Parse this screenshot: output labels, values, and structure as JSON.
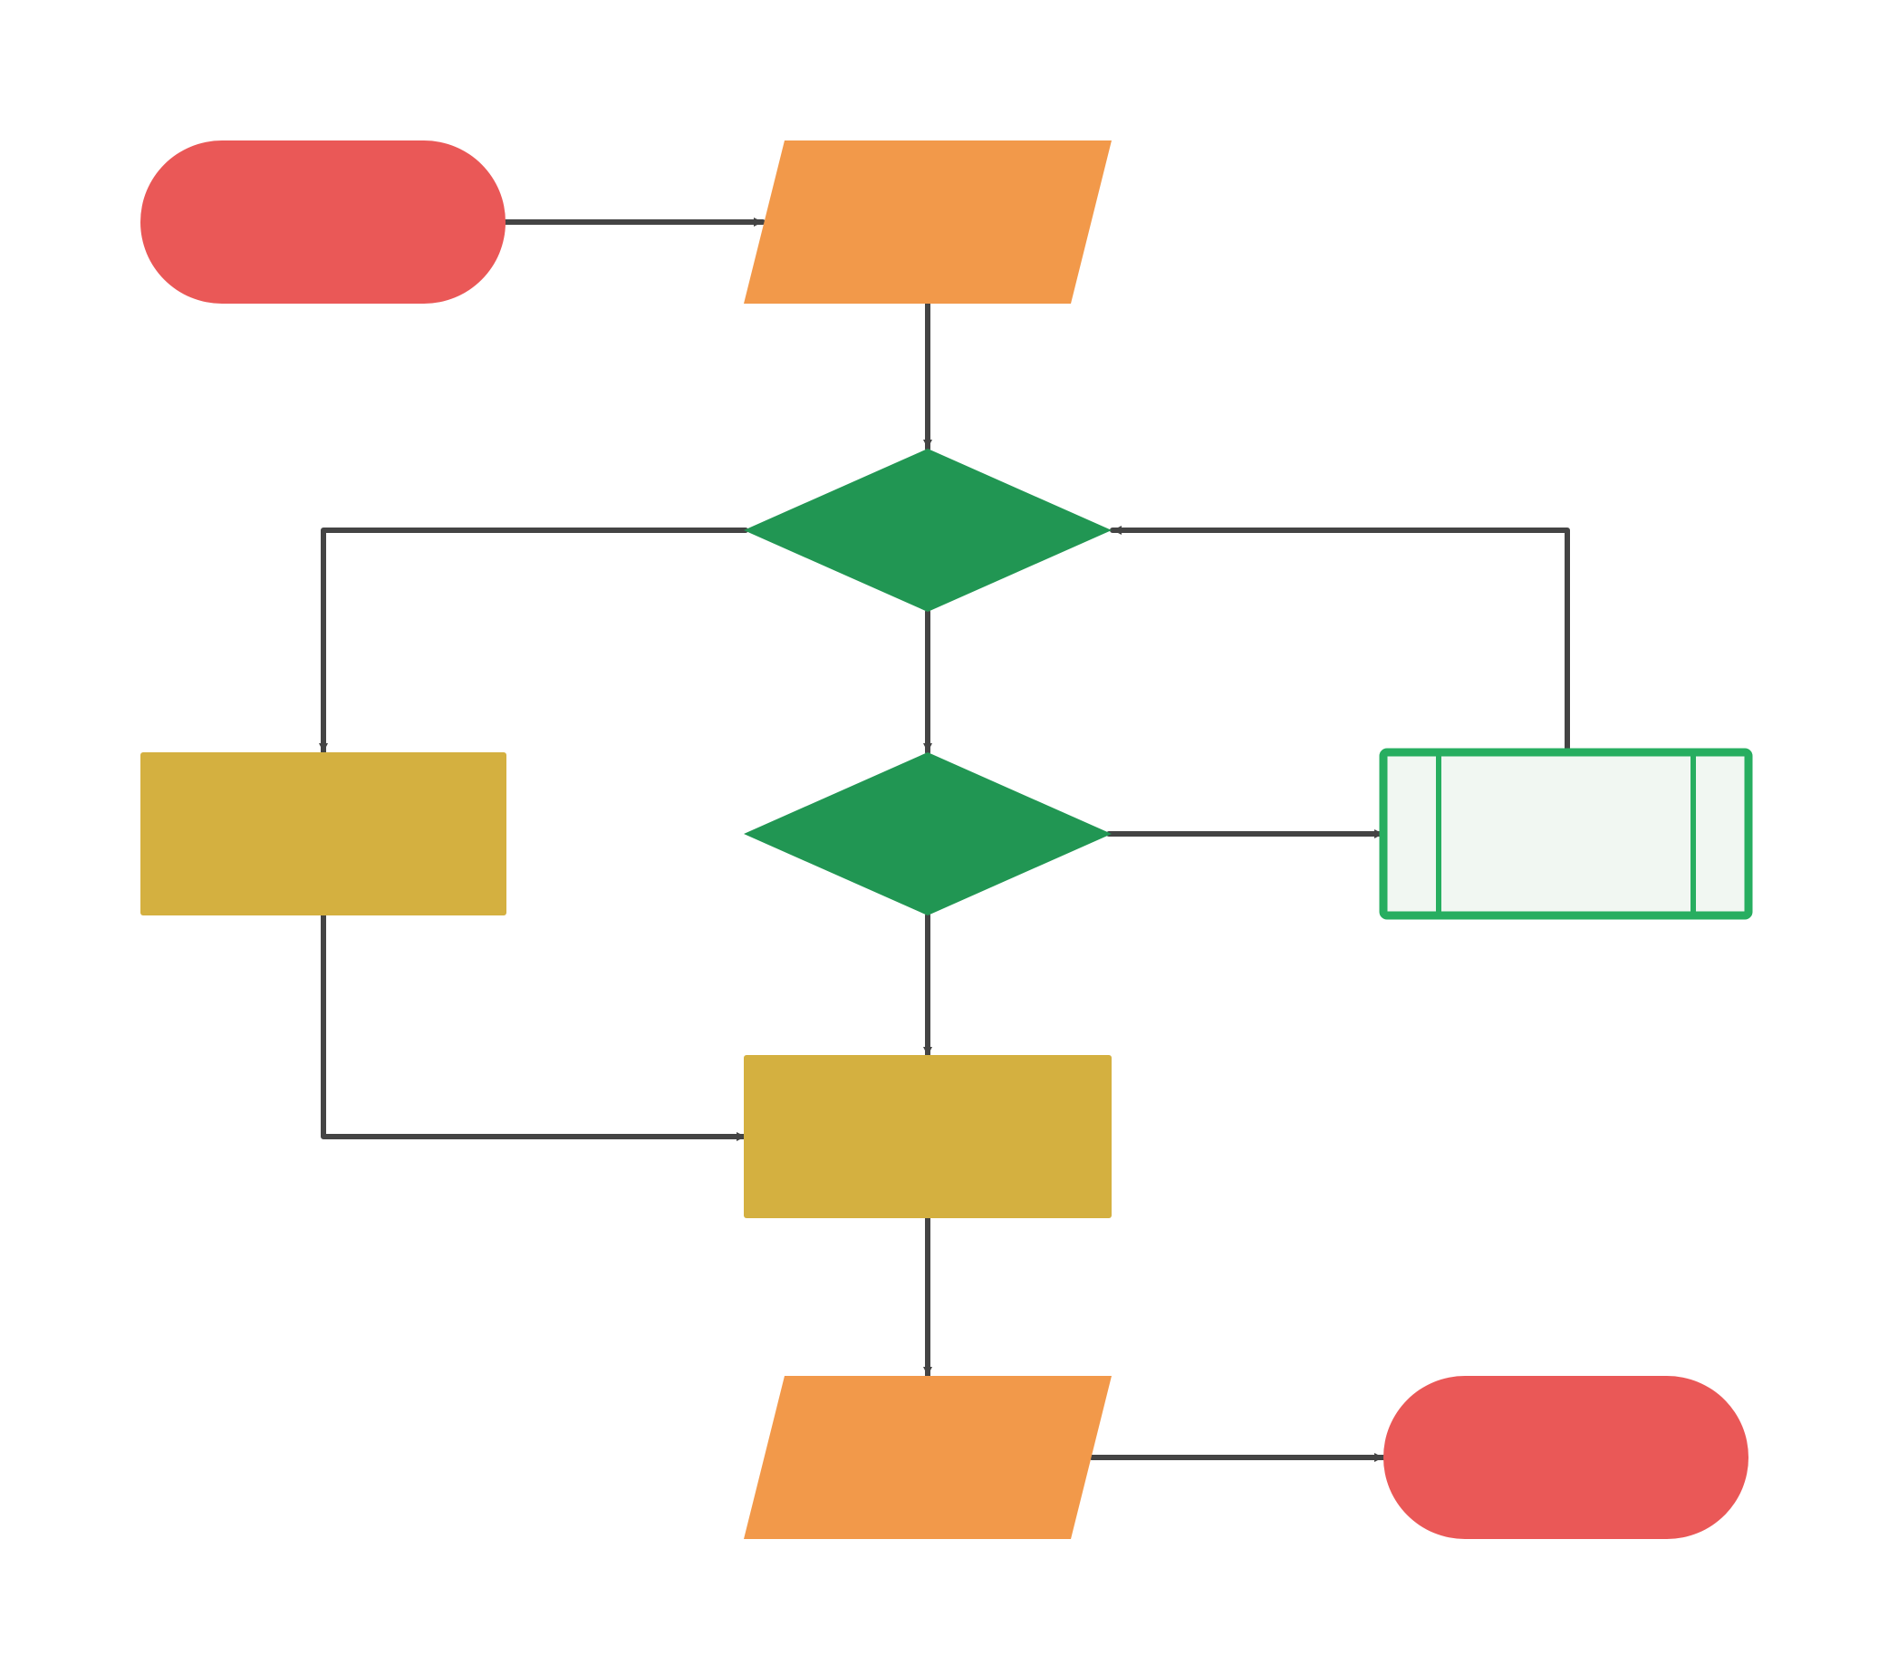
{
  "diagram": {
    "type": "flowchart",
    "colors": {
      "background": "#ffffff",
      "terminator": "#ea5857",
      "data": "#f2994a",
      "decision": "#219653",
      "process": "#d4b040",
      "predefined_process_fill": "#f1f7f2",
      "predefined_process_stroke": "#27ae60",
      "connector": "#444444"
    },
    "nodes": [
      {
        "id": "start",
        "shape": "terminator",
        "label": ""
      },
      {
        "id": "input",
        "shape": "data",
        "label": ""
      },
      {
        "id": "decision-1",
        "shape": "decision",
        "label": ""
      },
      {
        "id": "process-left",
        "shape": "process",
        "label": ""
      },
      {
        "id": "decision-2",
        "shape": "decision",
        "label": ""
      },
      {
        "id": "subprocess",
        "shape": "predefined-process",
        "label": ""
      },
      {
        "id": "process-center",
        "shape": "process",
        "label": ""
      },
      {
        "id": "output",
        "shape": "data",
        "label": ""
      },
      {
        "id": "end",
        "shape": "terminator",
        "label": ""
      }
    ],
    "edges": [
      {
        "from": "start",
        "to": "input"
      },
      {
        "from": "input",
        "to": "decision-1"
      },
      {
        "from": "decision-1",
        "to": "process-left"
      },
      {
        "from": "decision-1",
        "to": "decision-2"
      },
      {
        "from": "decision-2",
        "to": "subprocess"
      },
      {
        "from": "subprocess",
        "to": "decision-1"
      },
      {
        "from": "decision-2",
        "to": "process-center"
      },
      {
        "from": "process-left",
        "to": "process-center"
      },
      {
        "from": "process-center",
        "to": "output"
      },
      {
        "from": "output",
        "to": "end"
      }
    ]
  }
}
